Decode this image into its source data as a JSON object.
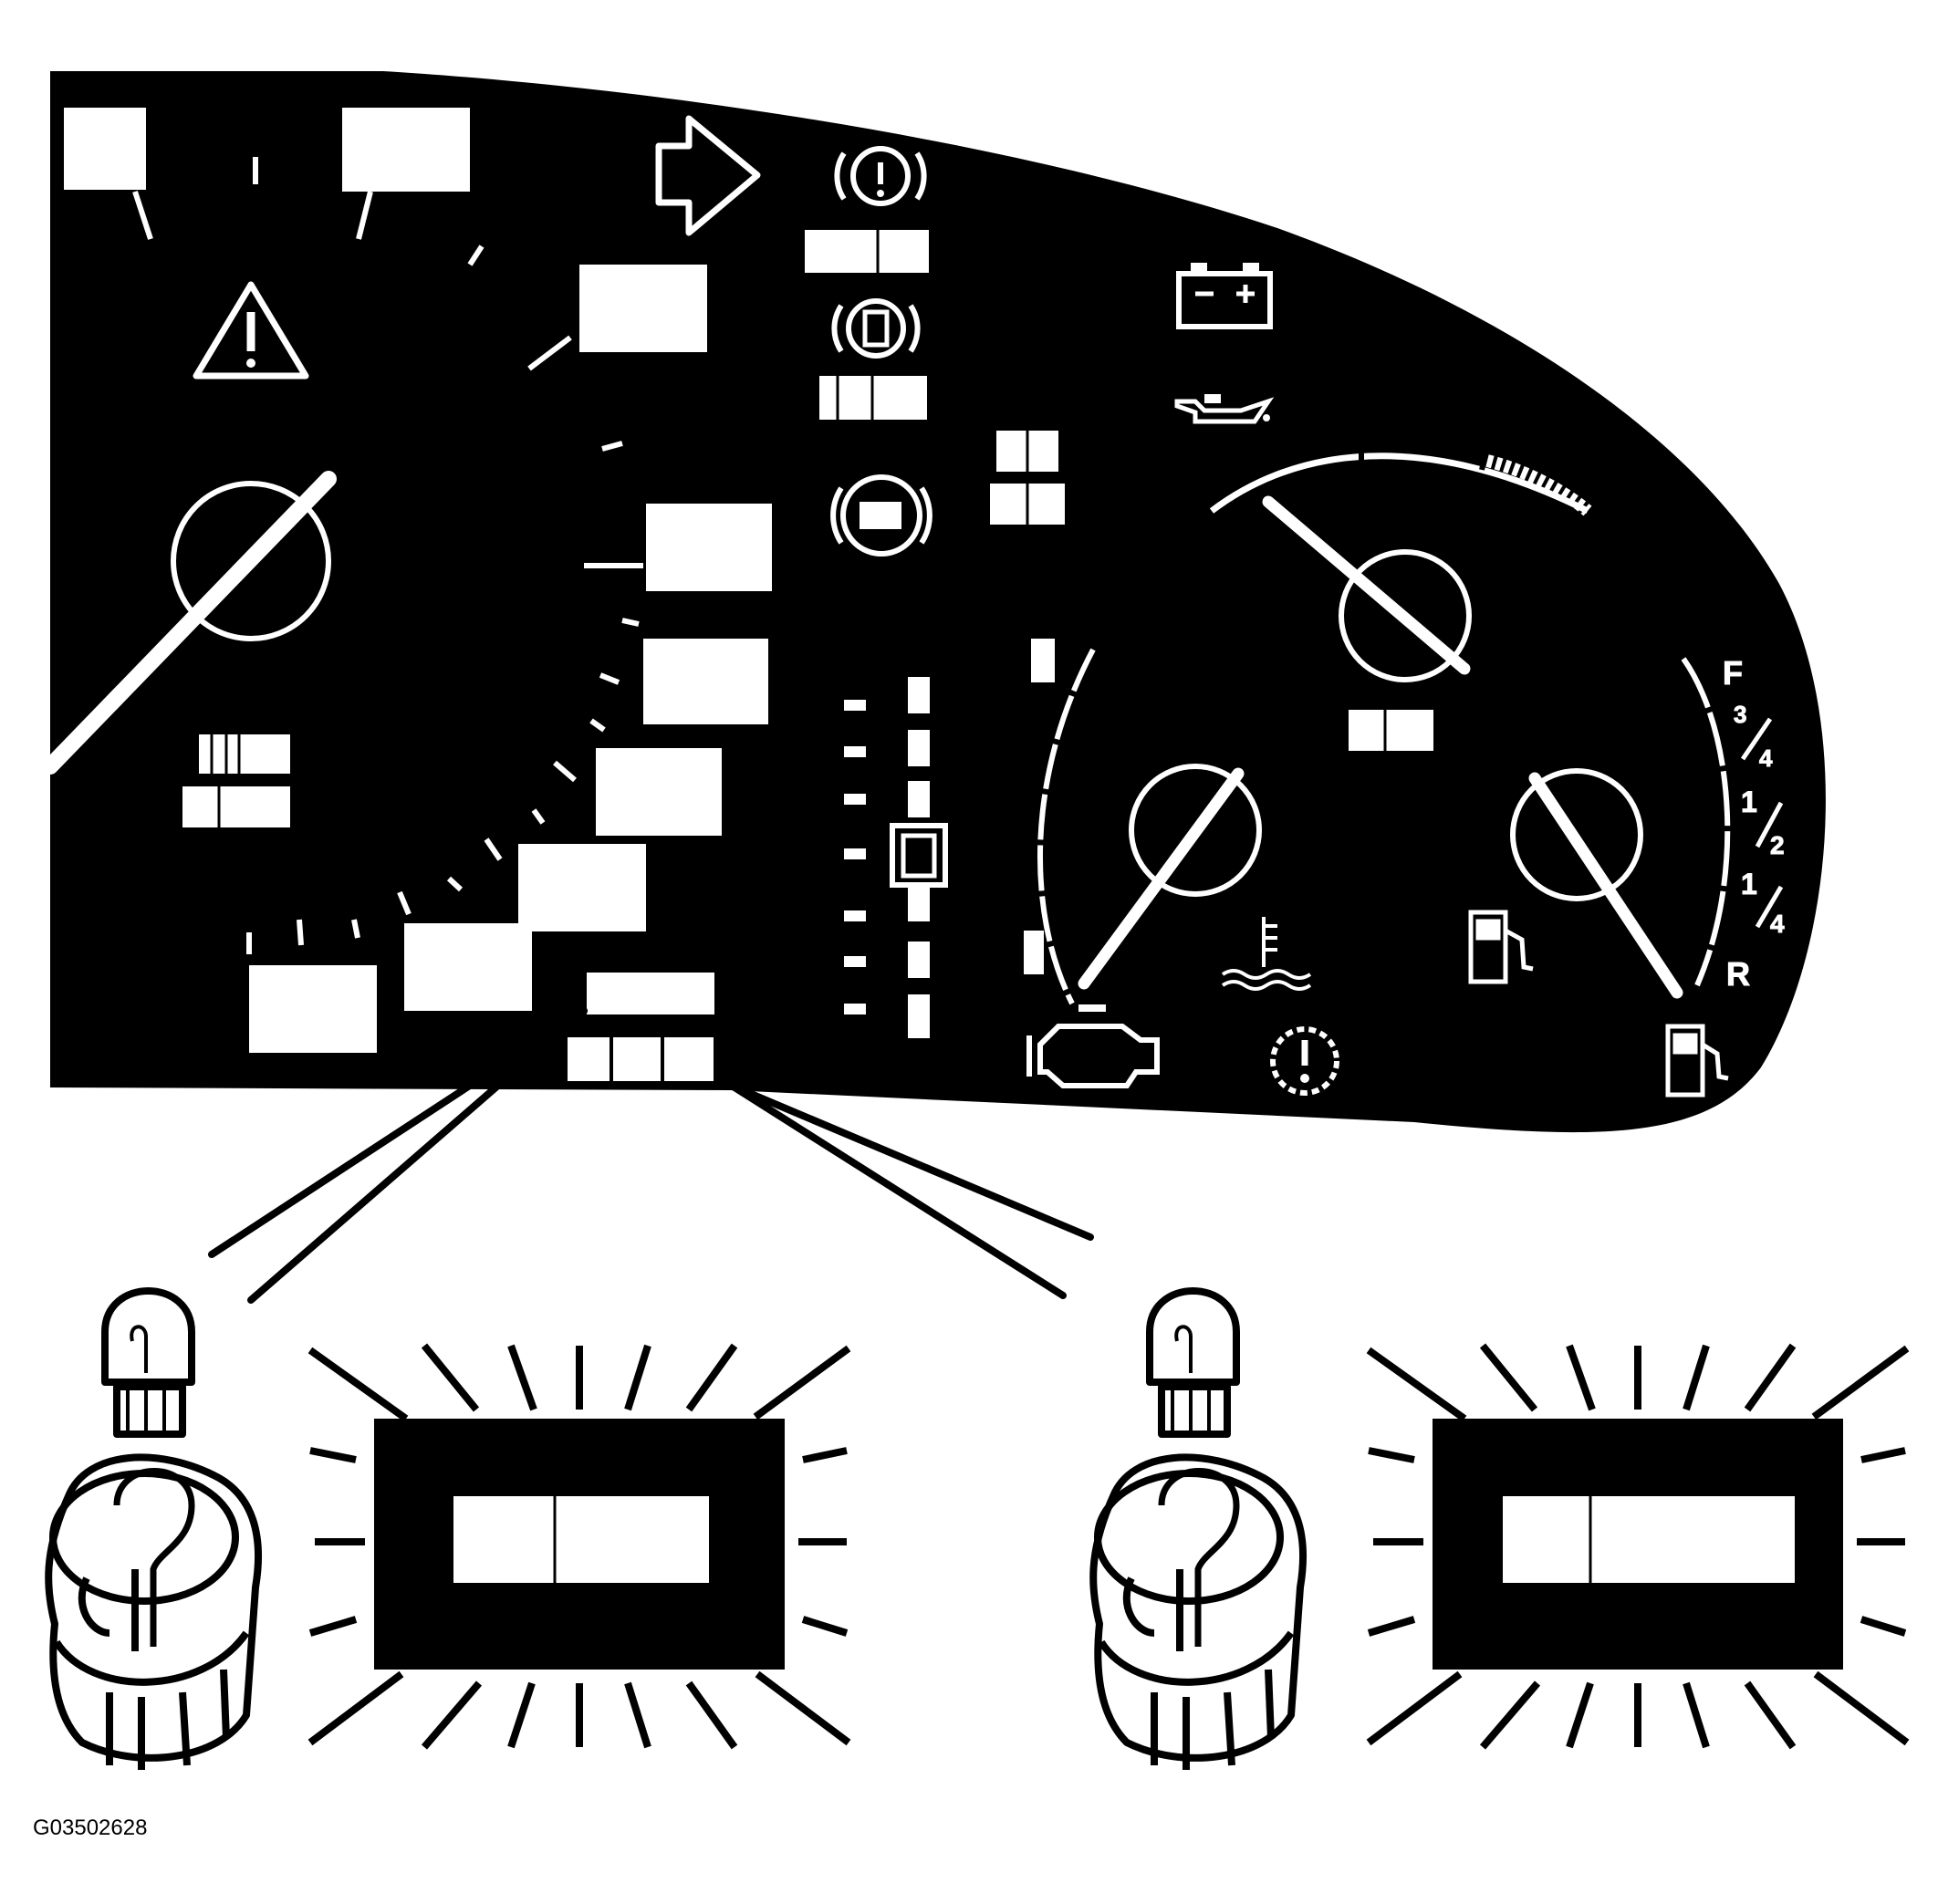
{
  "figure_id": "G03502628",
  "colors": {
    "panel": "#000000",
    "ink": "#ffffff",
    "background": "#ffffff"
  },
  "fuel_gauge": {
    "full_label": "F",
    "three_quarter": {
      "numerator": "3",
      "denominator": "4"
    },
    "half": {
      "numerator": "1",
      "denominator": "2"
    },
    "quarter": {
      "numerator": "1",
      "denominator": "4"
    },
    "reserve_label": "R"
  },
  "icons": [
    "warning-triangle-icon",
    "turn-signal-arrow-icon",
    "brake-warning-icon",
    "park-brake-icon",
    "abs-icon",
    "battery-icon",
    "oil-pressure-icon",
    "coolant-temperature-icon",
    "fuel-pump-icon",
    "check-engine-icon",
    "transmission-warning-icon",
    "bulb-icon",
    "bulb-socket-icon"
  ]
}
